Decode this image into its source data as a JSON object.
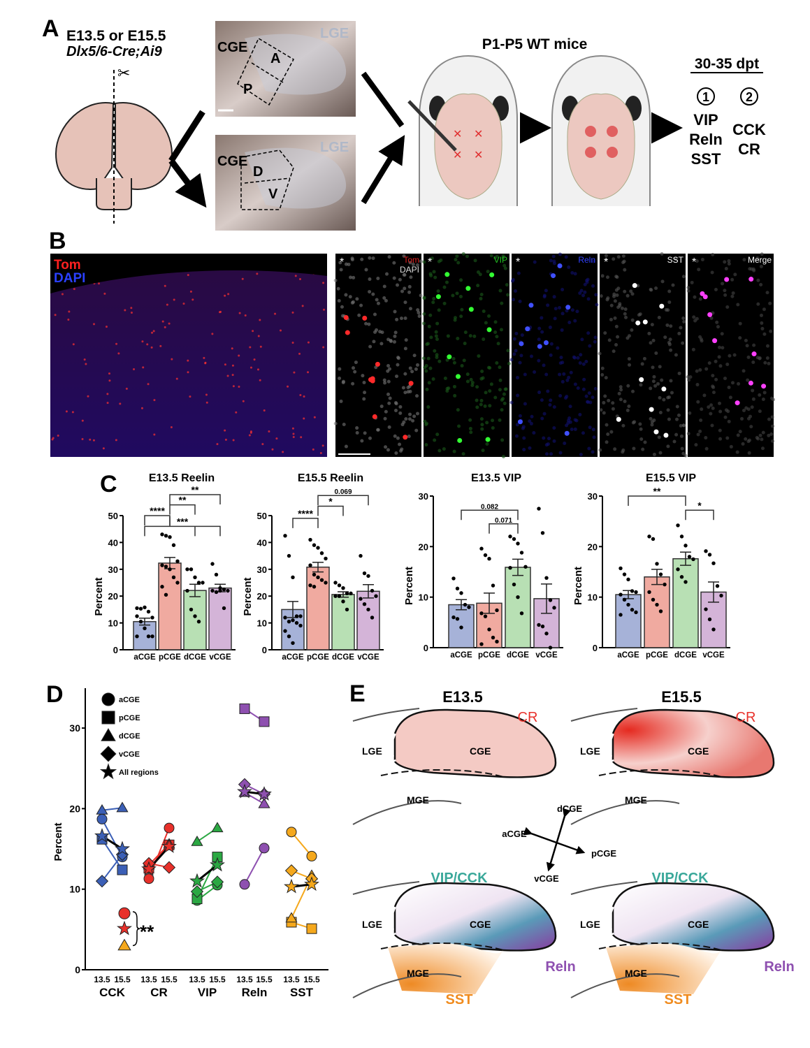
{
  "panels": {
    "A": "A",
    "B": "B",
    "C": "C",
    "D": "D",
    "E": "E"
  },
  "panelA": {
    "stage": "E13.5 or E15.5",
    "genotype": "Dlx5/6-Cre;Ai9",
    "cge": "CGE",
    "lge": "LGE",
    "regions_top": [
      "A",
      "P"
    ],
    "regions_bottom": [
      "D",
      "V"
    ],
    "mice": "P1-P5 WT mice",
    "dpt": "30-35 dpt",
    "group1_num": "1",
    "group2_num": "2",
    "group1": [
      "VIP",
      "Reln",
      "SST"
    ],
    "group2": [
      "CCK",
      "CR"
    ]
  },
  "panelB": {
    "overview_labels": [
      "Tom",
      "DAPI"
    ],
    "channels": [
      {
        "label": "Tom",
        "sub": "DAPI",
        "color": "#e02020"
      },
      {
        "label": "VIP",
        "color": "#22c022"
      },
      {
        "label": "Reln",
        "color": "#3040ff"
      },
      {
        "label": "SST",
        "color": "#ffffff"
      },
      {
        "label": "Merge",
        "color": "#ffffff"
      }
    ],
    "asterisk": "*"
  },
  "chart_data": [
    {
      "type": "bar",
      "title": "E13.5 Reelin",
      "ylabel": "Percent",
      "ylim": [
        0,
        50
      ],
      "yticks": [
        0,
        10,
        20,
        30,
        40,
        50
      ],
      "categories": [
        "aCGE",
        "pCGE",
        "dCGE",
        "vCGE"
      ],
      "colors": [
        "#a6b2d8",
        "#f0aaa0",
        "#b8e0b4",
        "#d4b4d8"
      ],
      "values": [
        10.5,
        32.3,
        22.1,
        23.0
      ],
      "sem": [
        1.3,
        2.1,
        2.3,
        1.4
      ],
      "points": [
        [
          15.5,
          15.3,
          15.8,
          14.2,
          12,
          12.5,
          10.5,
          8,
          5,
          5,
          5
        ],
        [
          43,
          42.5,
          42,
          39,
          33,
          31.5,
          31,
          30,
          27,
          25,
          23.5,
          20.5
        ],
        [
          30,
          30,
          27,
          25,
          25,
          22,
          15,
          12.5,
          10.5
        ],
        [
          32,
          28,
          23,
          22.5,
          22,
          22,
          21.5,
          22,
          15.5
        ]
      ],
      "brackets": [
        {
          "from": 0,
          "to": 1,
          "y": 50,
          "label": "****"
        },
        {
          "from": 1,
          "to": 2,
          "y": 54,
          "label": "**"
        },
        {
          "from": 1,
          "to": 3,
          "y": 57.8,
          "label": "**"
        },
        {
          "from": 0,
          "to": 3,
          "y": 46,
          "label": "***",
          "mid": [
            1,
            2
          ]
        }
      ]
    },
    {
      "type": "bar",
      "title": "E15.5 Reelin",
      "ylabel": "Percent",
      "ylim": [
        0,
        50
      ],
      "yticks": [
        0,
        10,
        20,
        30,
        40,
        50
      ],
      "categories": [
        "aCGE",
        "pCGE",
        "dCGE",
        "vCGE"
      ],
      "colors": [
        "#a6b2d8",
        "#f0aaa0",
        "#b8e0b4",
        "#d4b4d8"
      ],
      "values": [
        15.0,
        30.8,
        20.6,
        21.8
      ],
      "sem": [
        3.0,
        1.8,
        1.0,
        2.5
      ],
      "points": [
        [
          42.5,
          35,
          27,
          12.5,
          12.5,
          12,
          10.5,
          11,
          10,
          9,
          7,
          5,
          2.5
        ],
        [
          41,
          39,
          38,
          36,
          34,
          31.5,
          28,
          27,
          26,
          25,
          24,
          23.5
        ],
        [
          25,
          24,
          23,
          21,
          21,
          20,
          20,
          18,
          15
        ],
        [
          35,
          28.5,
          27.5,
          22,
          20,
          19,
          17,
          15,
          12
        ]
      ],
      "brackets": [
        {
          "from": 0,
          "to": 1,
          "y": 49,
          "label": "****"
        },
        {
          "from": 1,
          "to": 2,
          "y": 53.5,
          "label": "*"
        },
        {
          "from": 1,
          "to": 3,
          "y": 57.5,
          "label": "0.069"
        }
      ]
    },
    {
      "type": "bar",
      "title": "E13.5 VIP",
      "ylabel": "Percent",
      "ylim": [
        0,
        30
      ],
      "yticks": [
        0,
        10,
        20,
        30
      ],
      "categories": [
        "aCGE",
        "pCGE",
        "dCGE",
        "vCGE"
      ],
      "colors": [
        "#a6b2d8",
        "#f0aaa0",
        "#b8e0b4",
        "#d4b4d8"
      ],
      "values": [
        8.5,
        8.8,
        15.9,
        9.7
      ],
      "sem": [
        1.0,
        2.0,
        1.6,
        2.9
      ],
      "points": [
        [
          13.7,
          11.7,
          10.8,
          8.5,
          8,
          6,
          5.7,
          4
        ],
        [
          19.6,
          18.3,
          17.6,
          12.3,
          7.4,
          6.8,
          6.2,
          3.6,
          2,
          1.2,
          0.7
        ],
        [
          22,
          21.5,
          20.6,
          18.8,
          16,
          15.8,
          12.5,
          10,
          6.8
        ],
        [
          27.5,
          22.7,
          13.8,
          9.4,
          7.9,
          4.5,
          4.2,
          2.8,
          0
        ]
      ],
      "brackets": [
        {
          "from": 0,
          "to": 2,
          "y": 27.2,
          "label": "0.082"
        },
        {
          "from": 1,
          "to": 2,
          "y": 24.5,
          "label": "0.071"
        }
      ]
    },
    {
      "type": "bar",
      "title": "E15.5 VIP",
      "ylabel": "Percent",
      "ylim": [
        0,
        30
      ],
      "yticks": [
        0,
        10,
        20,
        30
      ],
      "categories": [
        "aCGE",
        "pCGE",
        "dCGE",
        "vCGE"
      ],
      "colors": [
        "#a6b2d8",
        "#f0aaa0",
        "#b8e0b4",
        "#d4b4d8"
      ],
      "values": [
        10.5,
        14.0,
        17.6,
        11.0
      ],
      "sem": [
        0.8,
        1.5,
        1.3,
        2.0
      ],
      "points": [
        [
          15.7,
          14.5,
          13.5,
          11.2,
          11,
          10.5,
          9.5,
          8.5,
          7.5,
          7,
          6.5
        ],
        [
          22,
          21.5,
          16.6,
          14.5,
          12.5,
          11,
          9.5,
          8.5,
          7.2
        ],
        [
          24.2,
          22,
          20.2,
          18,
          17.5,
          15.5,
          14,
          13
        ],
        [
          19.1,
          18.4,
          16.7,
          12.2,
          10.3,
          7.6,
          5.6,
          3.6
        ]
      ],
      "brackets": [
        {
          "from": 0,
          "to": 2,
          "y": 30,
          "label": "**"
        },
        {
          "from": 2,
          "to": 3,
          "y": 27.2,
          "label": "*"
        }
      ]
    },
    {
      "type": "scatter",
      "ylabel": "Percent",
      "ylim": [
        0,
        34
      ],
      "yticks": [
        0,
        10,
        20,
        30
      ],
      "xticks": [
        "13.5",
        "15.5"
      ],
      "legend": [
        {
          "shape": "circle",
          "label": "aCGE"
        },
        {
          "shape": "square",
          "label": "pCGE"
        },
        {
          "shape": "triangle",
          "label": "dCGE"
        },
        {
          "shape": "diamond",
          "label": "vCGE"
        },
        {
          "shape": "star",
          "label": "All regions"
        }
      ],
      "groups": [
        {
          "name": "CCK",
          "color": "#3b5fb6",
          "e13": {
            "aCGE": 18.7,
            "pCGE": 16.2,
            "dCGE": 19.8,
            "vCGE": 11.0,
            "all": 16.6
          },
          "e15": {
            "aCGE": 14.0,
            "pCGE": 12.4,
            "dCGE": 20.1,
            "vCGE": 14.3,
            "all": 15.0
          }
        },
        {
          "name": "CR",
          "color": "#e8302a",
          "e13": {
            "aCGE": 11.3,
            "pCGE": 12.6,
            "dCGE": 13.0,
            "vCGE": 13.2,
            "all": 12.5
          },
          "e15": {
            "aCGE": 17.6,
            "pCGE": 15.5,
            "dCGE": 15.6,
            "vCGE": 12.7,
            "all": 15.3
          }
        },
        {
          "name": "VIP",
          "color": "#2ba843",
          "e13": {
            "aCGE": 8.6,
            "pCGE": 8.8,
            "dCGE": 15.9,
            "vCGE": 9.7,
            "all": 11.0
          },
          "e15": {
            "aCGE": 10.5,
            "pCGE": 14.0,
            "dCGE": 17.6,
            "vCGE": 10.9,
            "all": 13.0
          }
        },
        {
          "name": "Reln",
          "color": "#8e50b0",
          "e13": {
            "aCGE": 10.6,
            "pCGE": 32.4,
            "dCGE": 22.0,
            "vCGE": 23.0,
            "all": 22.1
          },
          "e15": {
            "aCGE": 15.1,
            "pCGE": 30.8,
            "dCGE": 20.6,
            "vCGE": 21.8,
            "all": 21.8
          }
        },
        {
          "name": "SST",
          "color": "#f5a81c",
          "e13": {
            "aCGE": 17.1,
            "pCGE": 5.9,
            "dCGE": 6.4,
            "vCGE": 12.3,
            "all": 10.3
          },
          "e15": {
            "aCGE": 14.1,
            "pCGE": 5.1,
            "dCGE": 11.7,
            "vCGE": 11.3,
            "all": 10.6
          }
        }
      ],
      "annotation": {
        "label": "**",
        "points": [
          {
            "shape": "circle",
            "color": "#e8302a",
            "y": 7.0
          },
          {
            "shape": "star",
            "color": "#e8302a",
            "y": 5.1
          },
          {
            "shape": "triangle",
            "color": "#f5a81c",
            "y": 3.0
          }
        ]
      }
    }
  ],
  "panelE": {
    "stages": [
      "E13.5",
      "E15.5"
    ],
    "lge": "LGE",
    "cge": "CGE",
    "mge": "MGE",
    "cr": "CR",
    "vipcck": "VIP/CCK",
    "reln": "Reln",
    "sst": "SST",
    "axes": [
      "dCGE",
      "aCGE",
      "pCGE",
      "vCGE"
    ],
    "colors": {
      "cr": "#e8302a",
      "vipcck": "#3aa89a",
      "reln": "#8e50b0",
      "sst": "#f08c20"
    }
  }
}
